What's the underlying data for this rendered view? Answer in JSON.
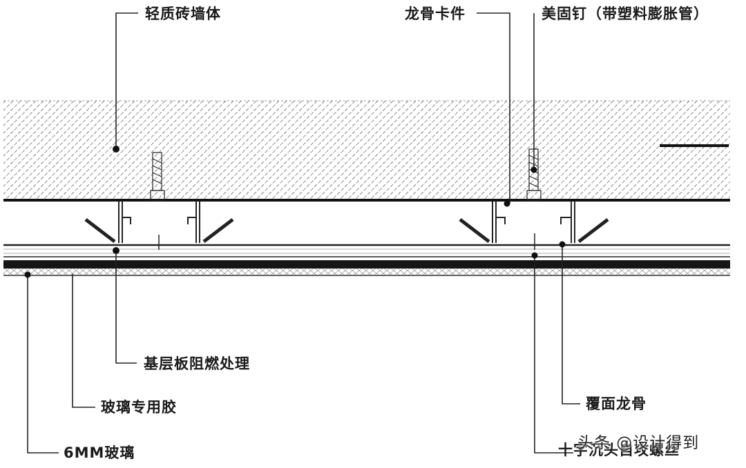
{
  "labels": {
    "wall": "轻质砖墙体",
    "clip": "龙骨卡件",
    "anchor": "美固钉（带塑料膨胀管）",
    "substrate": "基层板阻燃处理",
    "glue": "玻璃专用胶",
    "glass": "6MM玻璃",
    "cover_keel": "覆面龙骨",
    "screw": "十字沉头自攻螺丝"
  },
  "watermark": "头条 @设计得到",
  "colors": {
    "ink": "#1a1a1a",
    "paper": "#ffffff",
    "hatch": "#8a8a8a"
  }
}
